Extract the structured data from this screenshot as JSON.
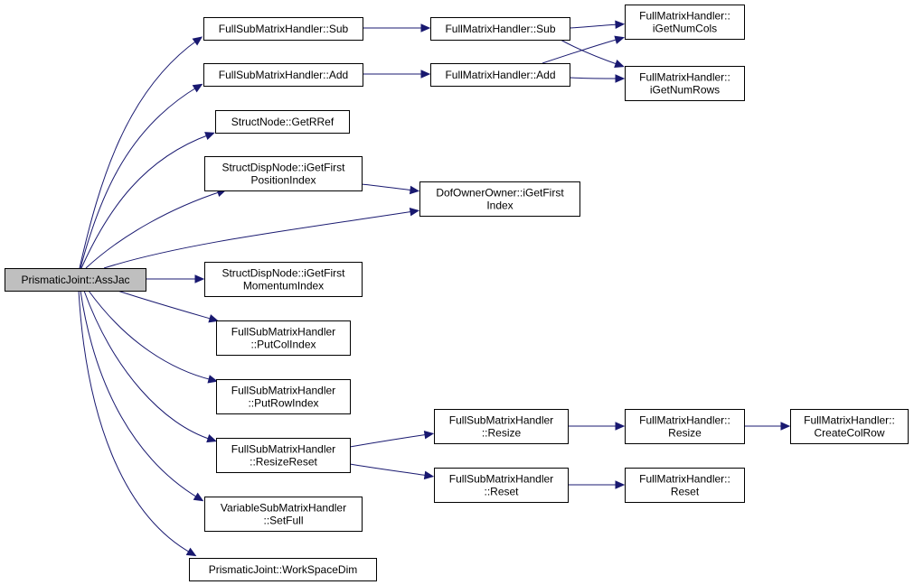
{
  "colors": {
    "edge": "#191970",
    "node_border": "#000000",
    "node_fill": "#ffffff",
    "root_fill": "#bfbfbf"
  },
  "nodes": {
    "assjac": {
      "lines": [
        "PrismaticJoint::AssJac"
      ],
      "root": true
    },
    "fsmh_sub": {
      "lines": [
        "FullSubMatrixHandler::Sub"
      ]
    },
    "fsmh_add": {
      "lines": [
        "FullSubMatrixHandler::Add"
      ]
    },
    "getrref": {
      "lines": [
        "StructNode::GetRRef"
      ]
    },
    "sdn_pos": {
      "lines": [
        "StructDispNode::iGetFirst",
        "PositionIndex"
      ]
    },
    "sdn_mom": {
      "lines": [
        "StructDispNode::iGetFirst",
        "MomentumIndex"
      ]
    },
    "putcol": {
      "lines": [
        "FullSubMatrixHandler",
        "::PutColIndex"
      ]
    },
    "putrow": {
      "lines": [
        "FullSubMatrixHandler",
        "::PutRowIndex"
      ]
    },
    "resizereset": {
      "lines": [
        "FullSubMatrixHandler",
        "::ResizeReset"
      ]
    },
    "setfull": {
      "lines": [
        "VariableSubMatrixHandler",
        "::SetFull"
      ]
    },
    "workspace": {
      "lines": [
        "PrismaticJoint::WorkSpaceDim"
      ]
    },
    "fmh_sub": {
      "lines": [
        "FullMatrixHandler::Sub"
      ]
    },
    "fmh_add": {
      "lines": [
        "FullMatrixHandler::Add"
      ]
    },
    "dof_first": {
      "lines": [
        "DofOwnerOwner::iGetFirst",
        "Index"
      ]
    },
    "fsmh_resize": {
      "lines": [
        "FullSubMatrixHandler",
        "::Resize"
      ]
    },
    "fsmh_reset": {
      "lines": [
        "FullSubMatrixHandler",
        "::Reset"
      ]
    },
    "fmh_numcols": {
      "lines": [
        "FullMatrixHandler::",
        "iGetNumCols"
      ]
    },
    "fmh_numrows": {
      "lines": [
        "FullMatrixHandler::",
        "iGetNumRows"
      ]
    },
    "fmh_resize": {
      "lines": [
        "FullMatrixHandler::",
        "Resize"
      ]
    },
    "fmh_reset": {
      "lines": [
        "FullMatrixHandler::",
        "Reset"
      ]
    },
    "fmh_createcolrow": {
      "lines": [
        "FullMatrixHandler::",
        "CreateColRow"
      ]
    }
  },
  "edges": [
    [
      "assjac",
      "fsmh_sub"
    ],
    [
      "assjac",
      "fsmh_add"
    ],
    [
      "assjac",
      "getrref"
    ],
    [
      "assjac",
      "sdn_pos"
    ],
    [
      "assjac",
      "dof_first"
    ],
    [
      "assjac",
      "sdn_mom"
    ],
    [
      "assjac",
      "putcol"
    ],
    [
      "assjac",
      "putrow"
    ],
    [
      "assjac",
      "resizereset"
    ],
    [
      "assjac",
      "setfull"
    ],
    [
      "assjac",
      "workspace"
    ],
    [
      "fsmh_sub",
      "fmh_sub"
    ],
    [
      "fsmh_add",
      "fmh_add"
    ],
    [
      "fmh_sub",
      "fmh_numcols"
    ],
    [
      "fmh_sub",
      "fmh_numrows"
    ],
    [
      "fmh_add",
      "fmh_numcols"
    ],
    [
      "fmh_add",
      "fmh_numrows"
    ],
    [
      "sdn_pos",
      "dof_first"
    ],
    [
      "resizereset",
      "fsmh_resize"
    ],
    [
      "resizereset",
      "fsmh_reset"
    ],
    [
      "fsmh_resize",
      "fmh_resize"
    ],
    [
      "fsmh_reset",
      "fmh_reset"
    ],
    [
      "fmh_resize",
      "fmh_createcolrow"
    ]
  ]
}
